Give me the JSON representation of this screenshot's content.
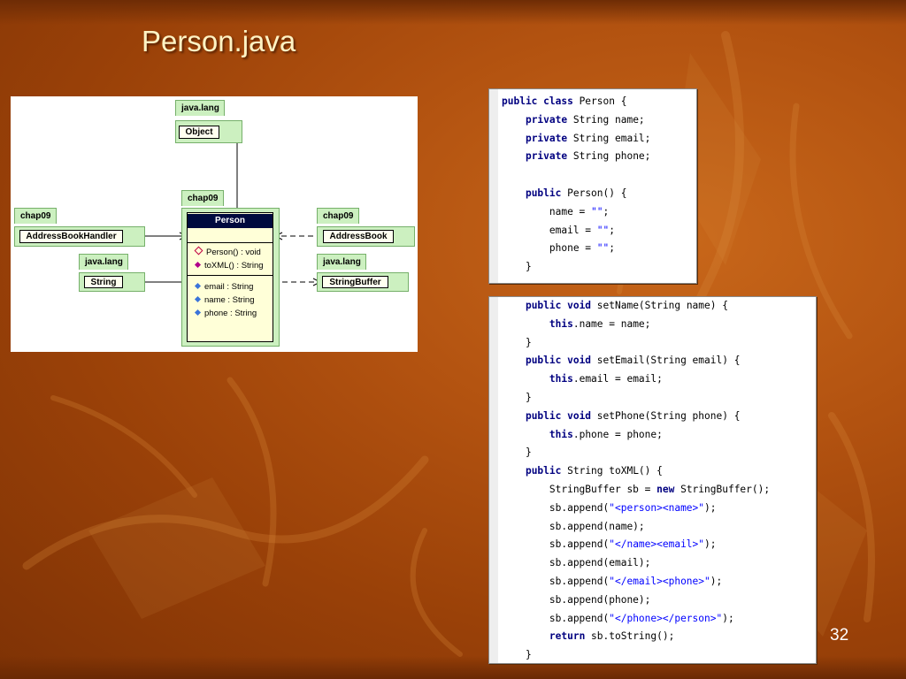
{
  "title": "Person.java",
  "page_number": "32",
  "uml": {
    "packages": {
      "object_pkg": "java.lang",
      "person_pkg": "chap09",
      "handler_pkg": "chap09",
      "addressbook_pkg": "chap09",
      "string_pkg": "java.lang",
      "stringbuffer_pkg": "java.lang"
    },
    "classes": {
      "object": "Object",
      "handler": "AddressBookHandler",
      "addressbook": "AddressBook",
      "string": "String",
      "stringbuffer": "StringBuffer"
    },
    "person": {
      "name": "Person",
      "methods": [
        "Person() : void",
        "toXML() : String"
      ],
      "fields": [
        "email : String",
        "name : String",
        "phone : String"
      ]
    }
  },
  "code_top": [
    [
      {
        "t": "public class ",
        "k": 1
      },
      {
        "t": "Person {"
      }
    ],
    [
      {
        "t": "    "
      },
      {
        "t": "private ",
        "k": 1
      },
      {
        "t": "String name;"
      }
    ],
    [
      {
        "t": "    "
      },
      {
        "t": "private ",
        "k": 1
      },
      {
        "t": "String email;"
      }
    ],
    [
      {
        "t": "    "
      },
      {
        "t": "private ",
        "k": 1
      },
      {
        "t": "String phone;"
      }
    ],
    [],
    [
      {
        "t": "    "
      },
      {
        "t": "public ",
        "k": 1
      },
      {
        "t": "Person() {"
      }
    ],
    [
      {
        "t": "        name = "
      },
      {
        "t": "\"\"",
        "s": 1
      },
      {
        "t": ";"
      }
    ],
    [
      {
        "t": "        email = "
      },
      {
        "t": "\"\"",
        "s": 1
      },
      {
        "t": ";"
      }
    ],
    [
      {
        "t": "        phone = "
      },
      {
        "t": "\"\"",
        "s": 1
      },
      {
        "t": ";"
      }
    ],
    [
      {
        "t": "    }"
      }
    ]
  ],
  "code_bottom": [
    [
      {
        "t": "    "
      },
      {
        "t": "public void ",
        "k": 1
      },
      {
        "t": "setName(String name) {"
      }
    ],
    [
      {
        "t": "        "
      },
      {
        "t": "this",
        "k": 1
      },
      {
        "t": ".name = name;"
      }
    ],
    [
      {
        "t": "    }"
      }
    ],
    [
      {
        "t": "    "
      },
      {
        "t": "public void ",
        "k": 1
      },
      {
        "t": "setEmail(String email) {"
      }
    ],
    [
      {
        "t": "        "
      },
      {
        "t": "this",
        "k": 1
      },
      {
        "t": ".email = email;"
      }
    ],
    [
      {
        "t": "    }"
      }
    ],
    [
      {
        "t": "    "
      },
      {
        "t": "public void ",
        "k": 1
      },
      {
        "t": "setPhone(String phone) {"
      }
    ],
    [
      {
        "t": "        "
      },
      {
        "t": "this",
        "k": 1
      },
      {
        "t": ".phone = phone;"
      }
    ],
    [
      {
        "t": "    }"
      }
    ],
    [
      {
        "t": "    "
      },
      {
        "t": "public ",
        "k": 1
      },
      {
        "t": "String toXML() {"
      }
    ],
    [
      {
        "t": "        StringBuffer sb = "
      },
      {
        "t": "new ",
        "k": 1
      },
      {
        "t": "StringBuffer();"
      }
    ],
    [
      {
        "t": "        sb.append("
      },
      {
        "t": "\"<person><name>\"",
        "s": 1
      },
      {
        "t": ");"
      }
    ],
    [
      {
        "t": "        sb.append(name);"
      }
    ],
    [
      {
        "t": "        sb.append("
      },
      {
        "t": "\"</name><email>\"",
        "s": 1
      },
      {
        "t": ");"
      }
    ],
    [
      {
        "t": "        sb.append(email);"
      }
    ],
    [
      {
        "t": "        sb.append("
      },
      {
        "t": "\"</email><phone>\"",
        "s": 1
      },
      {
        "t": ");"
      }
    ],
    [
      {
        "t": "        sb.append(phone);"
      }
    ],
    [
      {
        "t": "        sb.append("
      },
      {
        "t": "\"</phone></person>\"",
        "s": 1
      },
      {
        "t": ");"
      }
    ],
    [
      {
        "t": "        "
      },
      {
        "t": "return ",
        "k": 1
      },
      {
        "t": "sb.toString();"
      }
    ],
    [
      {
        "t": "    }"
      }
    ]
  ]
}
